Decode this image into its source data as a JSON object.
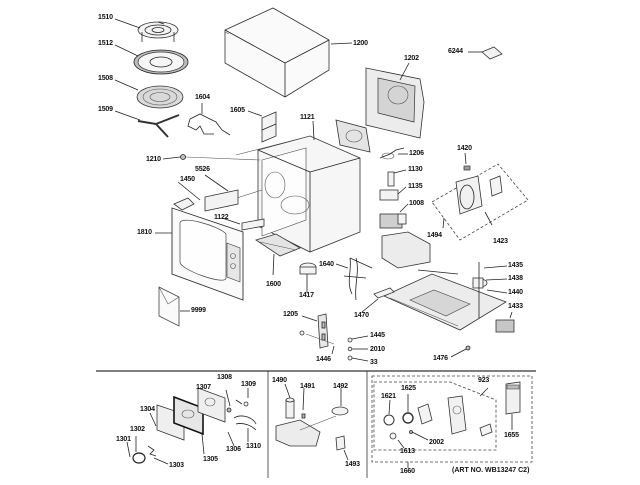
{
  "diagram": {
    "title": "Microwave exploded parts diagram",
    "art_number": "(ART NO. WB13247 C2)",
    "main_section": {
      "labels": {
        "p1510": "1510",
        "p1512": "1512",
        "p1508": "1508",
        "p1509": "1509",
        "p1604": "1604",
        "p1605": "1605",
        "p1200": "1200",
        "p6244": "6244",
        "p1202": "1202",
        "p1121": "1121",
        "p1210": "1210",
        "p5526": "5526",
        "p1450": "1450",
        "p1206": "1206",
        "p1130": "1130",
        "p1135": "1135",
        "p1420": "1420",
        "p1008": "1008",
        "p1494": "1494",
        "p1423": "1423",
        "p1122": "1122",
        "p1810": "1810",
        "p1600": "1600",
        "p1417": "1417",
        "p1640": "1640",
        "p1435": "1435",
        "p1438": "1438",
        "p1440": "1440",
        "p1433": "1433",
        "p9999": "9999",
        "p1470": "1470",
        "p1205": "1205",
        "p1445": "1445",
        "p2010": "2010",
        "p1446": "1446",
        "p33": "33",
        "p1476": "1476"
      }
    },
    "door_section": {
      "labels": {
        "p1308": "1308",
        "p1309": "1309",
        "p1307": "1307",
        "p1304": "1304",
        "p1302": "1302",
        "p1301": "1301",
        "p1306": "1306",
        "p1310": "1310",
        "p1305": "1305",
        "p1303": "1303"
      }
    },
    "fan_section": {
      "labels": {
        "p1490": "1490",
        "p1491": "1491",
        "p1492": "1492",
        "p1493": "1493"
      }
    },
    "control_section": {
      "labels": {
        "p923": "923",
        "p1621": "1621",
        "p1625": "1625",
        "p2002": "2002",
        "p1613": "1613",
        "p1655": "1655",
        "p1660": "1660"
      }
    }
  }
}
